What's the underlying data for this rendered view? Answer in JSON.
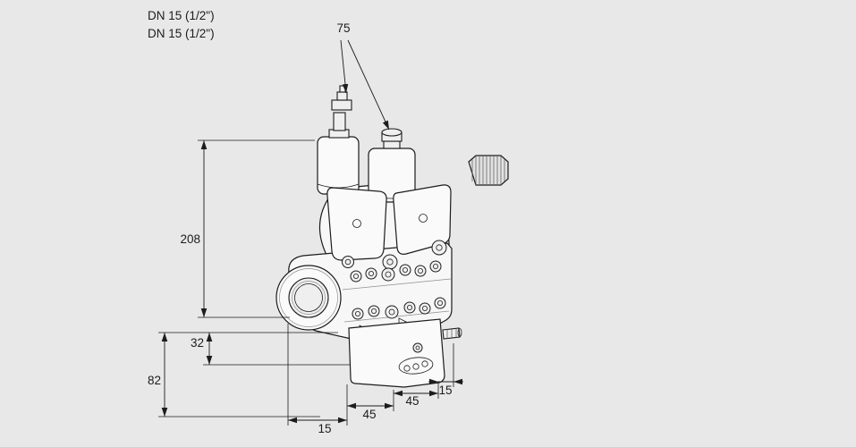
{
  "meta": {
    "type": "technical-dimension-drawing",
    "background_color": "#e8e8e8",
    "line_color": "#1c1c1c",
    "subject": "double-solenoid-valve"
  },
  "annotations": {
    "dn_line1": "DN 15 (1/2\")",
    "dn_line2": "DN 15 (1/2\")"
  },
  "dimensions": {
    "axis_distance_top": "75",
    "overall_height": "208",
    "offset_mid": "32",
    "lower_height": "82",
    "bottom_15_left": "15",
    "bottom_45_left": "45",
    "bottom_45_right": "45",
    "bottom_15_right": "15"
  }
}
